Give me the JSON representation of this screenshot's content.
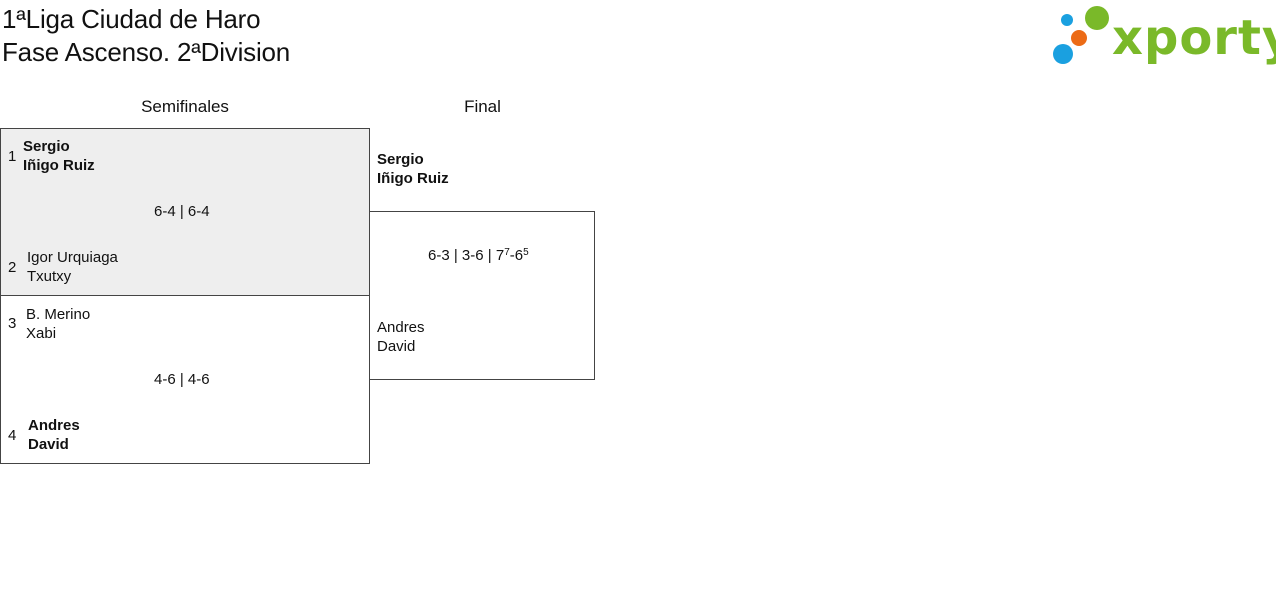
{
  "header": {
    "title_line1": "1ªLiga Ciudad de Haro",
    "title_line2": "Fase Ascenso. 2ªDivision",
    "logo_text": "xporty"
  },
  "colors": {
    "logo_green": "#7ab929",
    "logo_blue": "#1aa0e0",
    "logo_orange": "#ec6b16",
    "winner_box_bg": "#eeeeee",
    "border": "#444444"
  },
  "rounds": {
    "semifinal_label": "Semifinales",
    "final_label": "Final"
  },
  "semifinals": [
    {
      "top": {
        "seed": "1",
        "player1": "Sergio",
        "player2": "Iñigo Ruiz",
        "winner": true
      },
      "score": "6-4 | 6-4",
      "bottom": {
        "seed": "2",
        "player1": "Igor Urquiaga",
        "player2": "Txutxy",
        "winner": false
      }
    },
    {
      "top": {
        "seed": "3",
        "player1": "B. Merino",
        "player2": "Xabi",
        "winner": false
      },
      "score": "4-6 | 4-6",
      "bottom": {
        "seed": "4",
        "player1": "Andres",
        "player2": "David",
        "winner": true
      }
    }
  ],
  "final": {
    "top": {
      "player1": "Sergio",
      "player2": "Iñigo Ruiz",
      "winner": true
    },
    "score": {
      "set1": "6-3",
      "set2": "3-6",
      "set3_a": "7",
      "set3_a_tiebreak": "7",
      "set3_b": "6",
      "set3_b_tiebreak": "5",
      "separator": " | "
    },
    "bottom": {
      "player1": "Andres",
      "player2": "David",
      "winner": false
    }
  }
}
